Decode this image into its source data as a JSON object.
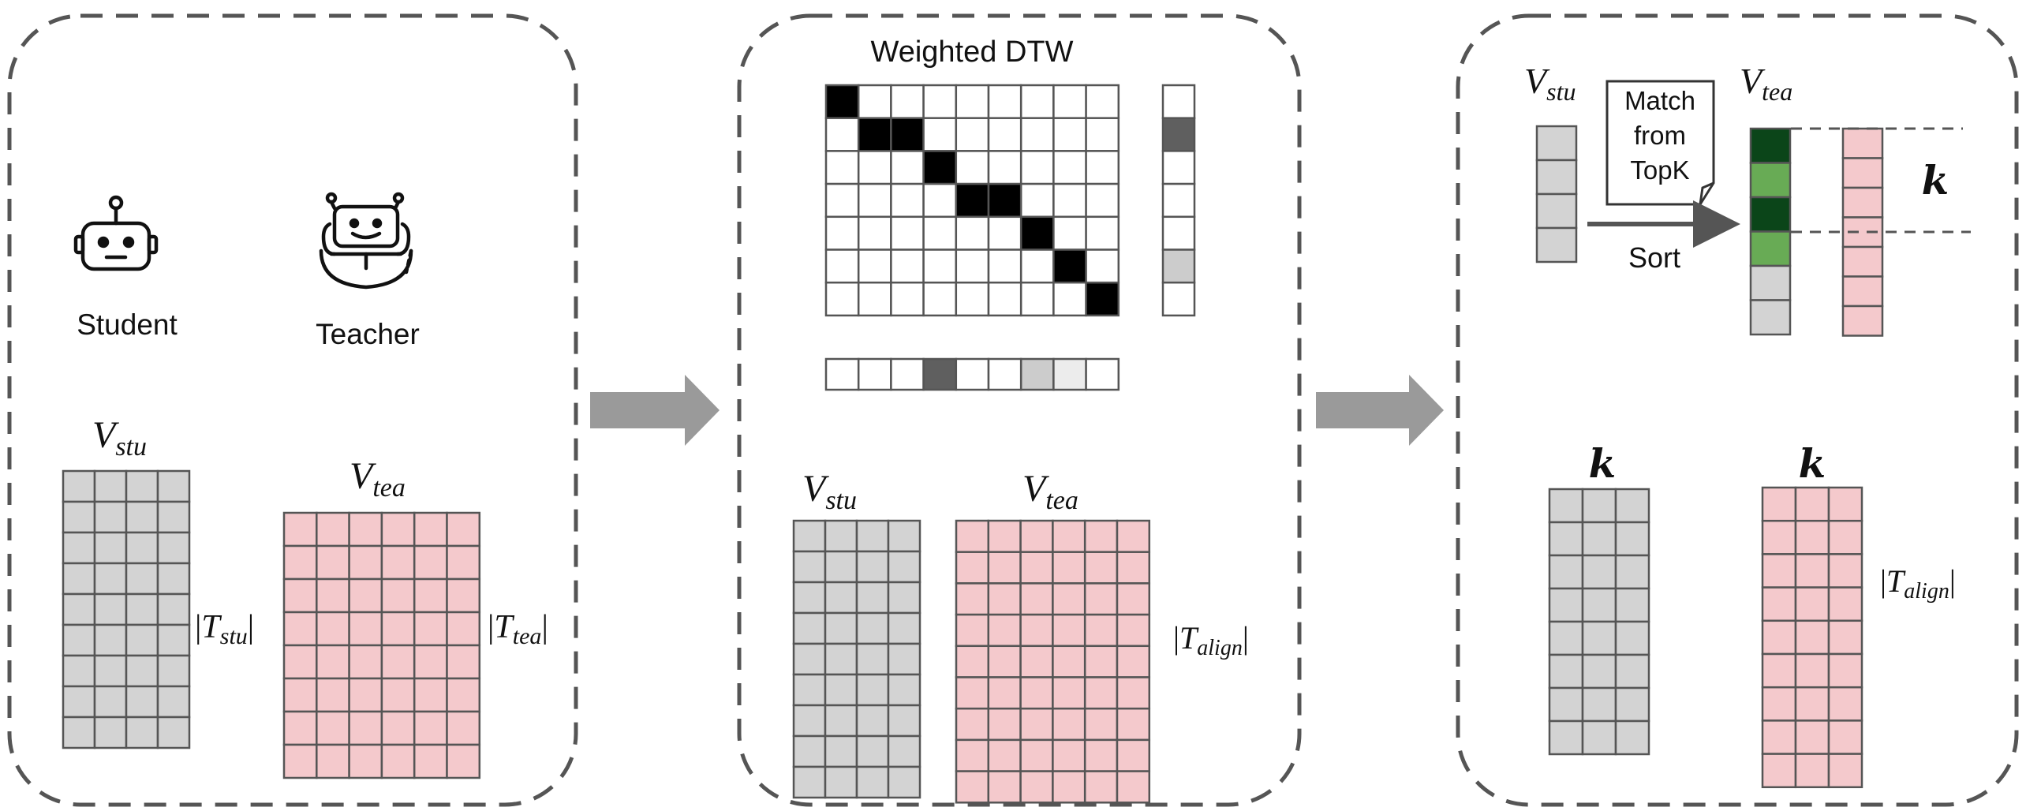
{
  "colors": {
    "student_gray": "#d3d3d3",
    "teacher_pink": "#f4c9cc",
    "dark_green": "#0b4519",
    "light_green": "#68ab55",
    "black": "#000000",
    "dark_gray": "#5f5f5f",
    "light_gray": "#cccccc",
    "very_light_gray": "#ececec",
    "arrow_gray": "#9a9a9a",
    "dashed_border": "#555555"
  },
  "icons": [
    "robot-icon",
    "teacher-robot-icon"
  ],
  "panel1": {
    "student_label": "Student",
    "teacher_label": "Teacher",
    "v_stu": {
      "base": "V",
      "sub": "stu"
    },
    "v_tea": {
      "base": "V",
      "sub": "tea"
    },
    "t_stu": {
      "bar_left": "|",
      "base": "T",
      "sub": "stu",
      "bar_right": "|"
    },
    "t_tea": {
      "bar_left": "|",
      "base": "T",
      "sub": "tea",
      "bar_right": "|"
    }
  },
  "panel2": {
    "title": "Weighted DTW",
    "v_stu": {
      "base": "V",
      "sub": "stu"
    },
    "v_tea": {
      "base": "V",
      "sub": "tea"
    },
    "t_align": {
      "bar_left": "|",
      "base": "T",
      "sub": "align",
      "bar_right": "|"
    }
  },
  "panel3": {
    "v_stu": {
      "base": "V",
      "sub": "stu"
    },
    "v_tea": {
      "base": "V",
      "sub": "tea"
    },
    "note_lines": [
      "Match",
      "from",
      "TopK"
    ],
    "sort_label": "Sort",
    "k_label": "k",
    "k_left": "k",
    "k_right": "k",
    "t_align": {
      "bar_left": "|",
      "base": "T",
      "sub": "align",
      "bar_right": "|"
    }
  }
}
